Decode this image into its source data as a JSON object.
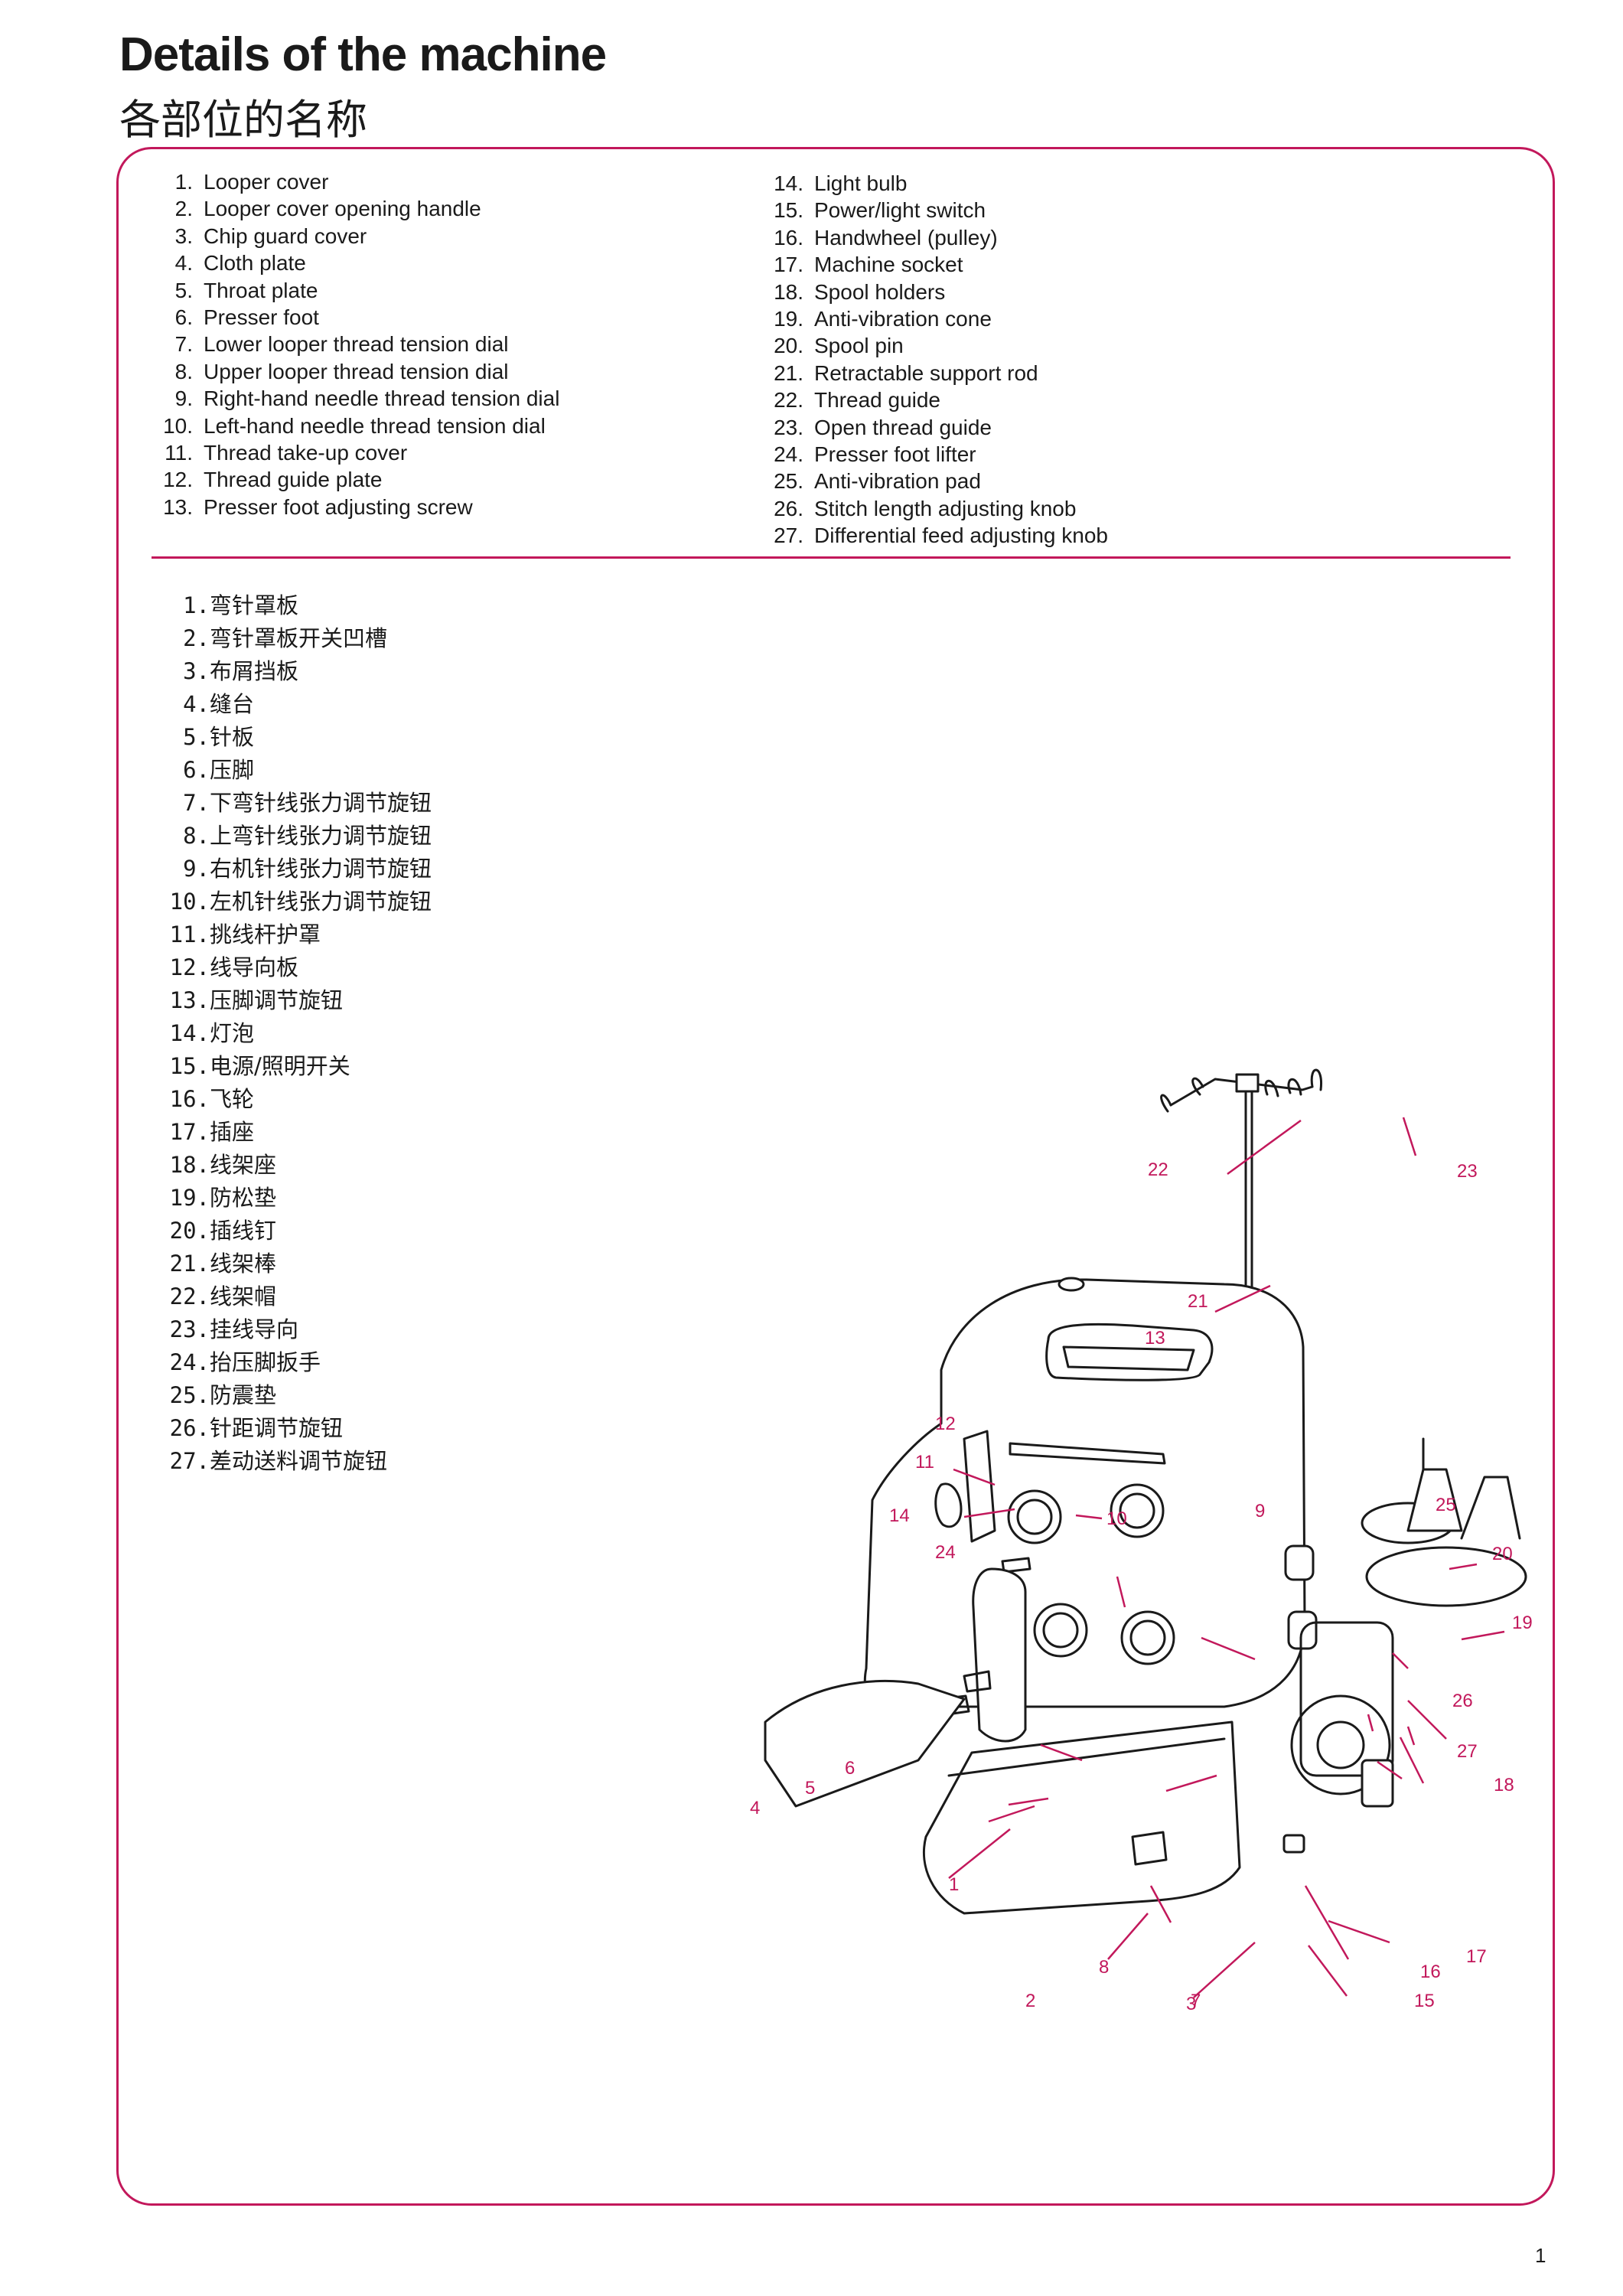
{
  "title_en": "Details of the machine",
  "title_zh": "各部位的名称",
  "parts_en": [
    {
      "num": "1.",
      "label": "Looper cover"
    },
    {
      "num": "2.",
      "label": "Looper cover opening handle"
    },
    {
      "num": "3.",
      "label": "Chip guard cover"
    },
    {
      "num": "4.",
      "label": "Cloth plate"
    },
    {
      "num": "5.",
      "label": "Throat plate"
    },
    {
      "num": "6.",
      "label": "Presser foot"
    },
    {
      "num": "7.",
      "label": "Lower looper thread tension dial"
    },
    {
      "num": "8.",
      "label": "Upper looper thread tension dial"
    },
    {
      "num": "9.",
      "label": "Right-hand needle thread tension dial"
    },
    {
      "num": "10.",
      "label": "Left-hand needle thread tension dial"
    },
    {
      "num": "11.",
      "label": "Thread take-up cover"
    },
    {
      "num": "12.",
      "label": "Thread guide plate"
    },
    {
      "num": "13.",
      "label": "Presser foot adjusting screw"
    },
    {
      "num": "14.",
      "label": "Light bulb"
    },
    {
      "num": "15.",
      "label": "Power/light switch"
    },
    {
      "num": "16.",
      "label": "Handwheel (pulley)"
    },
    {
      "num": "17.",
      "label": "Machine socket"
    },
    {
      "num": "18.",
      "label": "Spool holders"
    },
    {
      "num": "19.",
      "label": "Anti-vibration cone"
    },
    {
      "num": "20.",
      "label": "Spool pin"
    },
    {
      "num": "21.",
      "label": "Retractable support rod"
    },
    {
      "num": "22.",
      "label": "Thread guide"
    },
    {
      "num": "23.",
      "label": "Open thread guide"
    },
    {
      "num": "24.",
      "label": "Presser foot lifter"
    },
    {
      "num": "25.",
      "label": "Anti-vibration pad"
    },
    {
      "num": "26.",
      "label": "Stitch length adjusting knob"
    },
    {
      "num": "27.",
      "label": "Differential feed adjusting knob"
    }
  ],
  "parts_zh": [
    {
      "num": "1.",
      "label": "弯针罩板"
    },
    {
      "num": "2.",
      "label": "弯针罩板开关凹槽"
    },
    {
      "num": "3.",
      "label": "布屑挡板"
    },
    {
      "num": "4.",
      "label": "缝台"
    },
    {
      "num": "5.",
      "label": "针板"
    },
    {
      "num": "6.",
      "label": "压脚"
    },
    {
      "num": "7.",
      "label": "下弯针线张力调节旋钮"
    },
    {
      "num": "8.",
      "label": "上弯针线张力调节旋钮"
    },
    {
      "num": "9.",
      "label": "右机针线张力调节旋钮"
    },
    {
      "num": "10.",
      "label": "左机针线张力调节旋钮"
    },
    {
      "num": "11.",
      "label": "挑线杆护罩"
    },
    {
      "num": "12.",
      "label": "线导向板"
    },
    {
      "num": "13.",
      "label": "压脚调节旋钮"
    },
    {
      "num": "14.",
      "label": "灯泡"
    },
    {
      "num": "15.",
      "label": "电源/照明开关"
    },
    {
      "num": "16.",
      "label": "飞轮"
    },
    {
      "num": "17.",
      "label": "插座"
    },
    {
      "num": "18.",
      "label": "线架座"
    },
    {
      "num": "19.",
      "label": "防松垫"
    },
    {
      "num": "20.",
      "label": "插线钉"
    },
    {
      "num": "21.",
      "label": "线架棒"
    },
    {
      "num": "22.",
      "label": "线架帽"
    },
    {
      "num": "23.",
      "label": "挂线导向"
    },
    {
      "num": "24.",
      "label": "抬压脚扳手"
    },
    {
      "num": "25.",
      "label": "防震垫"
    },
    {
      "num": "26.",
      "label": "针距调节旋钮"
    },
    {
      "num": "27.",
      "label": "差动送料调节旋钮"
    }
  ],
  "callouts": [
    "1",
    "2",
    "3",
    "4",
    "5",
    "6",
    "7",
    "8",
    "9",
    "10",
    "11",
    "12",
    "13",
    "14",
    "15",
    "16",
    "17",
    "18",
    "19",
    "20",
    "21",
    "22",
    "23",
    "24",
    "25",
    "26",
    "27"
  ],
  "page_number": "1",
  "colors": {
    "accent": "#c2185b",
    "line_art": "#1a1a1a",
    "text": "#1a1a1a"
  },
  "icons": {
    "machine": "overlock-machine-illustration"
  }
}
